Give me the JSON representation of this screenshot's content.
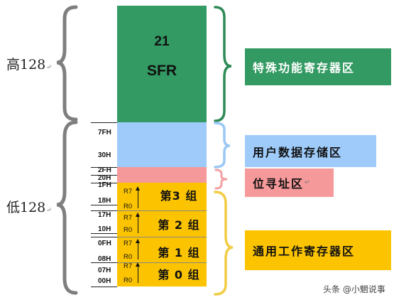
{
  "side_labels": {
    "high": "高128",
    "low": "低128",
    "return_mark": "↵"
  },
  "sfr_block": {
    "number": "21",
    "label": "SFR"
  },
  "address_labels": {
    "a7fh": "7FH",
    "a30h": "30H",
    "a2fh": "2FH",
    "a20h": "20H",
    "a1fh": "1FH",
    "a18h": "18H",
    "a17h": "17H",
    "a10h": "10H",
    "a0fh": "0FH",
    "a08h": "08H",
    "a07h": "07H",
    "a00h": "00H"
  },
  "register_groups": [
    {
      "label": "第3 组",
      "top": "R7",
      "bottom": "R0"
    },
    {
      "label": "第 2 组",
      "top": "R7",
      "bottom": "R0"
    },
    {
      "label": "第 1 组",
      "top": "R7",
      "bottom": "R0"
    },
    {
      "label": "第 0 组",
      "top": "R7",
      "bottom": "R0"
    }
  ],
  "regions": {
    "sfr": "特殊功能寄存器区",
    "user_data": "用户数据存储区",
    "bit_addressable": "位寻址区",
    "general_registers": "通用工作寄存器区"
  },
  "watermark": "头条 @小魍说事",
  "colors": {
    "sfr": "#329a62",
    "user_data": "#9ecbfa",
    "bit_addressable": "#f6999a",
    "general_registers": "#fcc400",
    "brace_high": "#7f7f7f",
    "brace_low": "#7f7f7f",
    "brace_sfr": "#2e8b57",
    "brace_user": "#9cc8f6",
    "brace_bit": "#f2a0a2",
    "brace_general": "#f2cc44",
    "text_sfr_box": "#ffffff",
    "text_light_box": "#111111"
  }
}
